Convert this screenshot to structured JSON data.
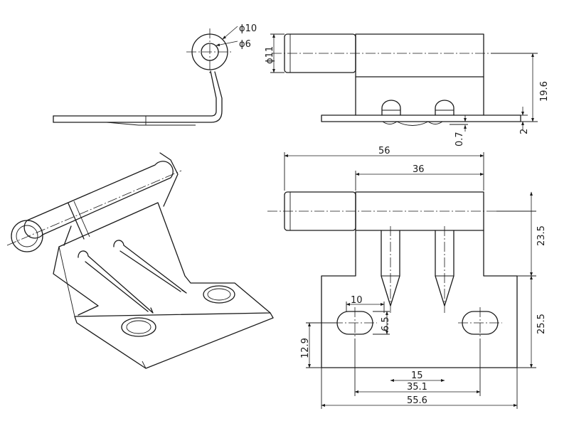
{
  "dimensions": {
    "side_outer_dia": "ϕ10",
    "side_inner_dia": "ϕ6",
    "front_pin_dia": "ϕ11",
    "front_height": "19.6",
    "front_plate_thickness": "2",
    "front_prong_offset": "0.7",
    "top_total_width": "56",
    "top_knuckle_width": "36",
    "top_upper_height": "23.5",
    "top_lower_height": "25.5",
    "slot_width": "10",
    "slot_height": "6.5",
    "slot_offset": "12.9",
    "prong_spacing": "15",
    "slot_spacing": "35.1",
    "plate_width": "55.6"
  }
}
